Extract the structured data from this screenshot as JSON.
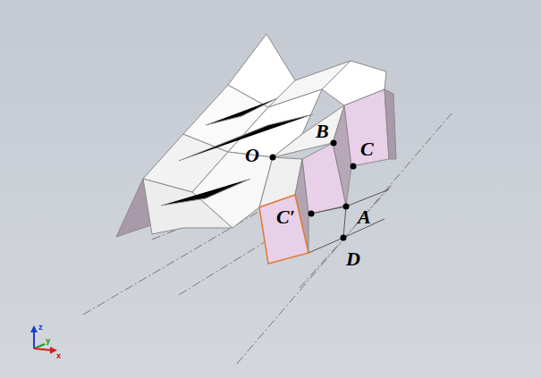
{
  "diagram": {
    "labels": [
      "O",
      "B",
      "C",
      "C′",
      "A",
      "D",
      "z",
      "y",
      "x"
    ]
  }
}
